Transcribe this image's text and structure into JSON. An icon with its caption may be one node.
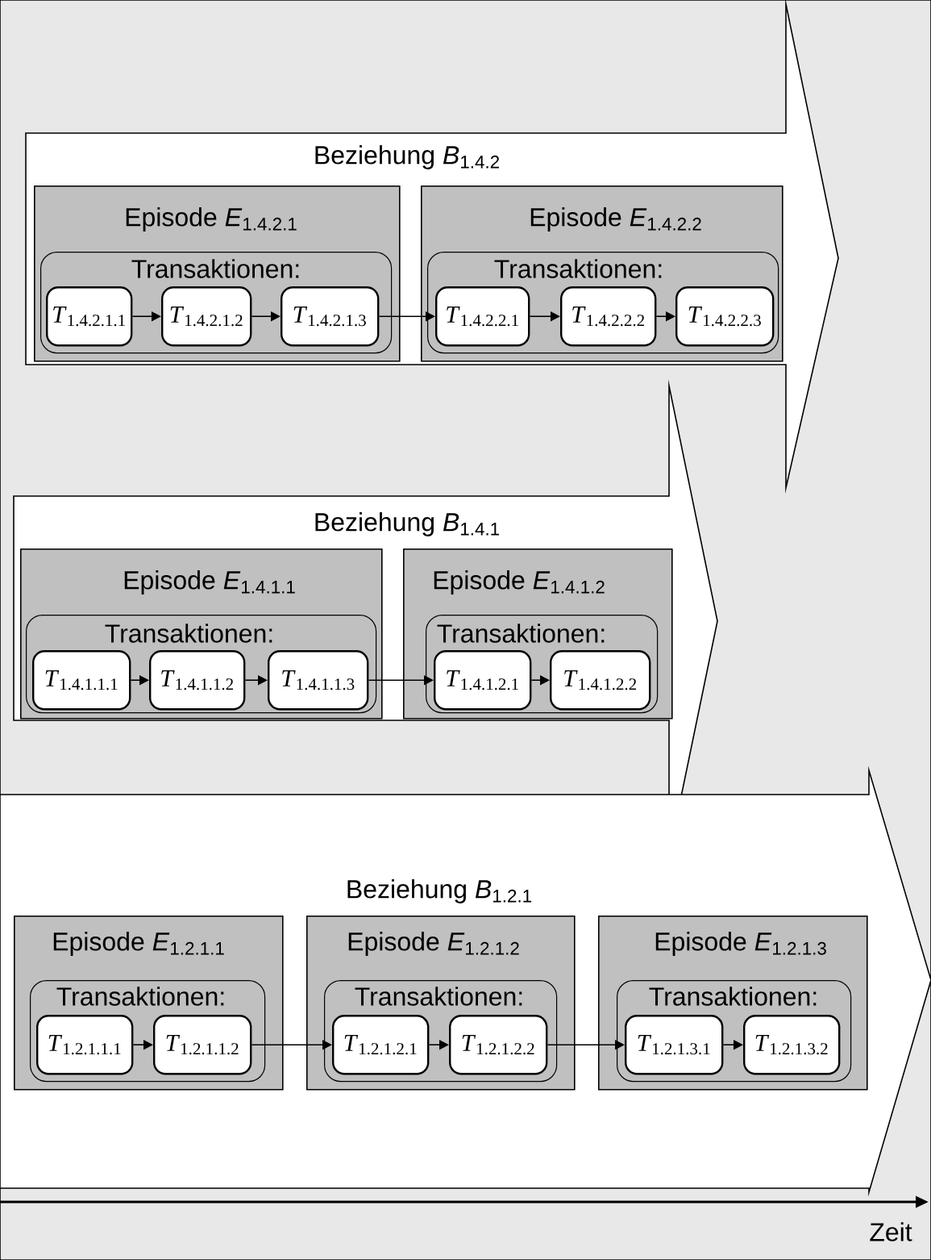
{
  "diagram": {
    "nodes": [
      {
        "text": [
          "Beziehung *B*$_{1.4.2}$"
        ]
      },
      {
        "text": [
          "Episode *E*$_{1.4.2.1}$"
        ],
        "in": 0
      },
      {
        "text": [
          "Transaktionen:"
        ],
        "in": 1
      },
      {
        "text": [
          "*T*$_{1.4.2.1.1}$"
        ],
        "in": 2
      },
      {
        "text": [
          "*T*$_{1.4.2.1.2}$"
        ],
        "in": 2
      },
      {
        "text": [
          "*T*$_{1.4.2.1.3}$"
        ],
        "in": 2
      },
      {
        "text": [
          "Episode *E*$_{1.4.2.2}$"
        ],
        "in": 0
      },
      {
        "text": [
          "Transaktionen:"
        ],
        "in": 6
      },
      {
        "text": [
          "*T*$_{1.4.2.2.1}$"
        ],
        "in": 7
      },
      {
        "text": [
          "*T*$_{1.4.2.2.2}$"
        ],
        "in": 7
      },
      {
        "text": [
          "*T*$_{1.4.2.2.3}$"
        ],
        "in": 7
      },
      {
        "text": [
          "Beziehung *B*$_{1.4.1}$"
        ]
      },
      {
        "text": [
          "Episode *E*$_{1.4.1.1}$"
        ],
        "in": 11
      },
      {
        "text": [
          "Transaktionen:"
        ],
        "in": 12
      },
      {
        "text": [
          "*T*$_{1.4.1.1.1}$"
        ],
        "in": 13
      },
      {
        "text": [
          "*T*$_{1.4.1.1.2}$"
        ],
        "in": 13
      },
      {
        "text": [
          "*T*$_{1.4.1.1.3}$"
        ],
        "in": 13
      },
      {
        "text": [
          "Episode *E*$_{1.4.1.2}$"
        ],
        "in": 11
      },
      {
        "text": [
          "Transaktionen:"
        ],
        "in": 17
      },
      {
        "text": [
          "*T*$_{1.4.1.2.1}$"
        ],
        "in": 18
      },
      {
        "text": [
          "*T*$_{1.4.1.2.2}$"
        ],
        "in": 18
      },
      {
        "text": [
          "Beziehung *B*$_{1.2.1}$"
        ]
      },
      {
        "text": [
          "Episode *E*$_{1.2.1.1}$"
        ],
        "in": 21
      },
      {
        "text": [
          "Transaktionen:"
        ],
        "in": 22
      },
      {
        "text": [
          "*T*$_{1.2.1.1.1}$"
        ],
        "in": 23
      },
      {
        "text": [
          "*T*$_{1.2.1.1.2}$"
        ],
        "in": 23
      },
      {
        "text": [
          "Episode *E*$_{1.2.1.2}$"
        ],
        "in": 21
      },
      {
        "text": [
          "Transaktionen:"
        ],
        "in": 26
      },
      {
        "text": [
          "*T*$_{1.2.1.2.1}$"
        ],
        "in": 27
      },
      {
        "text": [
          "*T*$_{1.2.1.2.2}$"
        ],
        "in": 27
      },
      {
        "text": [
          "Episode *E*$_{1.2.1.3}$"
        ],
        "in": 21
      },
      {
        "text": [
          "Transaktionen:"
        ],
        "in": 30
      },
      {
        "text": [
          "*T*$_{1.2.1.3.1}$"
        ],
        "in": 31
      },
      {
        "text": [
          "*T*$_{1.2.1.3.2}$"
        ],
        "in": 31
      }
    ],
    "edges": [
      {
        "from": 3,
        "to": 4,
        "arrow": "to"
      },
      {
        "from": 4,
        "to": 5,
        "arrow": "to"
      },
      {
        "from": 5,
        "to": 8,
        "arrow": "to"
      },
      {
        "from": 8,
        "to": 9,
        "arrow": "to"
      },
      {
        "from": 9,
        "to": 10,
        "arrow": "to"
      },
      {
        "from": 14,
        "to": 15,
        "arrow": "to"
      },
      {
        "from": 15,
        "to": 16,
        "arrow": "to"
      },
      {
        "from": 16,
        "to": 19,
        "arrow": "to"
      },
      {
        "from": 19,
        "to": 20,
        "arrow": "to"
      },
      {
        "from": 24,
        "to": 25,
        "arrow": "to"
      },
      {
        "from": 25,
        "to": 28,
        "arrow": "to"
      },
      {
        "from": 28,
        "to": 29,
        "arrow": "to"
      },
      {
        "from": 29,
        "to": 32,
        "arrow": "to"
      },
      {
        "from": 32,
        "to": 33,
        "arrow": "to"
      }
    ],
    "labels": [
      "Zeit"
    ]
  }
}
